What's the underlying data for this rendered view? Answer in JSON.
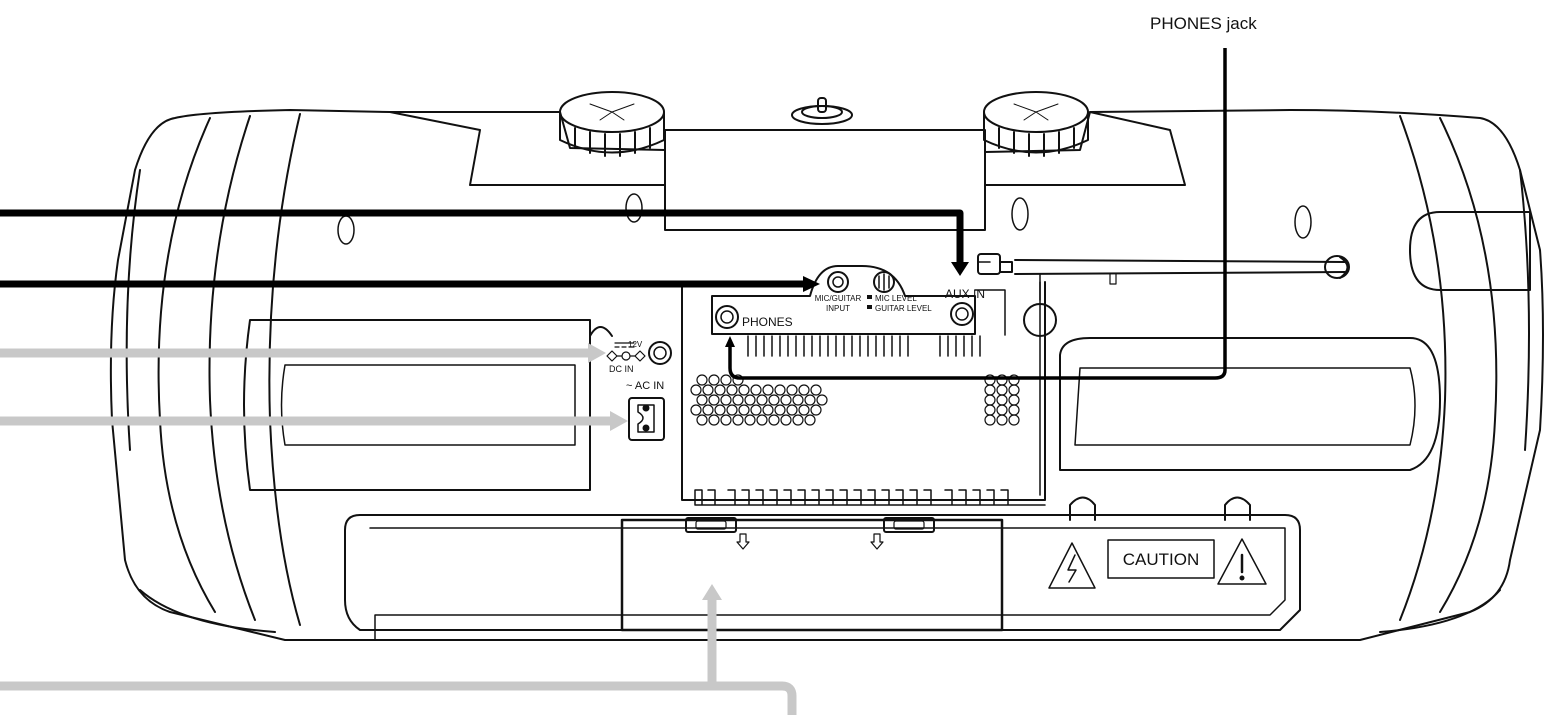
{
  "callout": {
    "phones_jack": "PHONES jack"
  },
  "panel_labels": {
    "mic_guitar_input_1": "MIC/GUITAR",
    "mic_guitar_input_2": "INPUT",
    "mic_level": "MIC LEVEL",
    "guitar_level": "GUITAR LEVEL",
    "aux_in": "AUX IN",
    "phones": "PHONES",
    "dc_12v": "12V",
    "dc_in": "DC  IN",
    "ac_in": "~ AC IN",
    "caution": "CAUTION"
  },
  "colors": {
    "line": "#111111",
    "pointer_dark": "#000000",
    "pointer_light": "#c8c8c8",
    "background": "#ffffff"
  }
}
